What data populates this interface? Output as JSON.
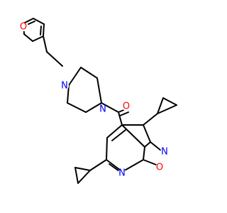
{
  "molecule": {
    "atoms": {
      "furan_oxygen": "O",
      "piperazine_n1": "N",
      "piperazine_n2": "N",
      "carbonyl_oxygen": "O",
      "ring_nitrogen_pyridine": "N",
      "ring_nitrogen_isoxazole": "N",
      "ring_oxygen_isoxazole": "O"
    },
    "colors": {
      "oxygen": "#ff0000",
      "nitrogen": "#0000ff",
      "bond": "#000000"
    }
  }
}
